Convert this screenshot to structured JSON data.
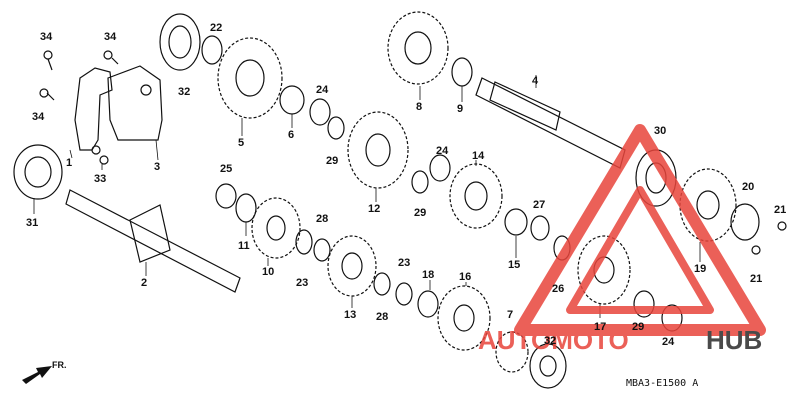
{
  "parts": {
    "p1": "1",
    "p2": "2",
    "p3": "3",
    "p4": "4",
    "p5": "5",
    "p6": "6",
    "p7": "7",
    "p8": "8",
    "p9": "9",
    "p10": "10",
    "p11": "11",
    "p12": "12",
    "p13": "13",
    "p14": "14",
    "p15": "15",
    "p16": "16",
    "p17": "17",
    "p18": "18",
    "p19": "19",
    "p20": "20",
    "p21a": "21",
    "p21b": "21",
    "p22": "22",
    "p23a": "23",
    "p23b": "23",
    "p24a": "24",
    "p24b": "24",
    "p24c": "24",
    "p25": "25",
    "p26": "26",
    "p27": "27",
    "p28a": "28",
    "p28b": "28",
    "p29a": "29",
    "p29b": "29",
    "p29c": "29",
    "p30": "30",
    "p31": "31",
    "p32a": "32",
    "p32b": "32",
    "p33": "33",
    "p34a": "34",
    "p34b": "34",
    "p34c": "34"
  },
  "direction_label": "FR.",
  "diagram_code": "MBA3-E1500 A",
  "watermark": {
    "brand_left": "AUTOMOTO",
    "brand_right": "HUB",
    "color_red": "#e8453c",
    "color_dark": "#2b2b2b"
  }
}
